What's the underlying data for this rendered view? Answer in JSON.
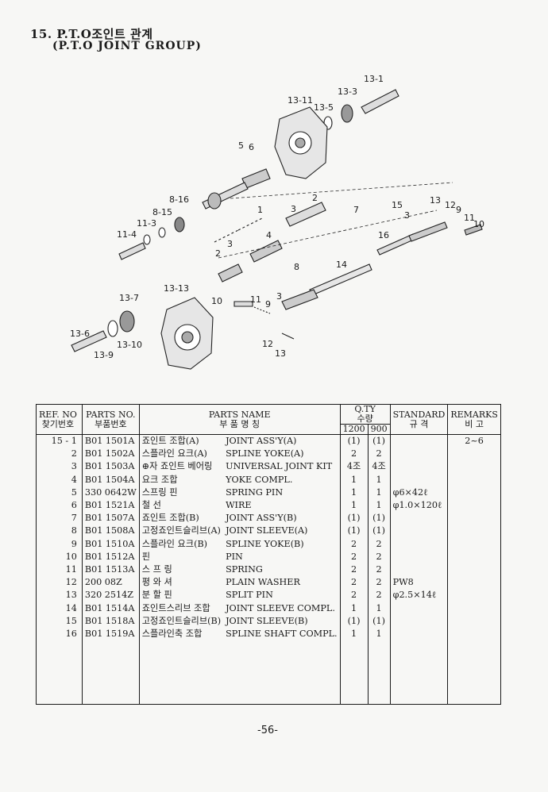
{
  "header": {
    "title_kr": "15. P.T.O조인트 관계",
    "title_en": "(P.T.O JOINT GROUP)"
  },
  "diagram_labels": [
    "13-1",
    "13-3",
    "13-11",
    "13-5",
    "5",
    "6",
    "8-16",
    "8-15",
    "11-3",
    "11-4",
    "2",
    "3",
    "1",
    "7",
    "15",
    "13",
    "12",
    "9",
    "11",
    "10",
    "3",
    "4",
    "16",
    "2",
    "3",
    "8",
    "14",
    "13-13",
    "10",
    "11",
    "9",
    "3",
    "12",
    "13",
    "13-6",
    "13-7",
    "13-10",
    "13-9"
  ],
  "table": {
    "headers": {
      "ref_no": "REF. NO",
      "ref_no_kr": "찾기번호",
      "parts_no": "PARTS NO.",
      "parts_no_kr": "부품번호",
      "parts_name": "PARTS NAME",
      "parts_name_kr": "부 품 명 칭",
      "qty": "Q.TY",
      "qty_kr": "수량",
      "qty_col1": "1200",
      "qty_col2": "900",
      "standard": "STANDARD",
      "standard_kr": "규 격",
      "remarks": "REMARKS",
      "remarks_kr": "비 고"
    },
    "rows": [
      {
        "ref": "15 - 1",
        "no": "B01 1501A",
        "kr": "죠인트 조합(A)",
        "en": "JOINT ASS'Y(A)",
        "q1": "(1)",
        "q2": "(1)",
        "std": "",
        "rem": "2~6"
      },
      {
        "ref": "2",
        "no": "B01 1502A",
        "kr": "스플라인 요크(A)",
        "en": "SPLINE YOKE(A)",
        "q1": "2",
        "q2": "2",
        "std": "",
        "rem": ""
      },
      {
        "ref": "3",
        "no": "B01 1503A",
        "kr": "⊕자 죠인트 베어링",
        "en": "UNIVERSAL JOINT KIT",
        "q1": "4조",
        "q2": "4조",
        "std": "",
        "rem": ""
      },
      {
        "ref": "4",
        "no": "B01 1504A",
        "kr": "요크 조합",
        "en": "YOKE COMPL.",
        "q1": "1",
        "q2": "1",
        "std": "",
        "rem": ""
      },
      {
        "ref": "5",
        "no": "330 0642W",
        "kr": "스프링 핀",
        "en": "SPRING PIN",
        "q1": "1",
        "q2": "1",
        "std": "φ6×42ℓ",
        "rem": ""
      },
      {
        "ref": "6",
        "no": "B01 1521A",
        "kr": "철 선",
        "en": "WIRE",
        "q1": "1",
        "q2": "1",
        "std": "φ1.0×120ℓ",
        "rem": ""
      },
      {
        "ref": "7",
        "no": "B01 1507A",
        "kr": "죠인트 조합(B)",
        "en": "JOINT ASS'Y(B)",
        "q1": "(1)",
        "q2": "(1)",
        "std": "",
        "rem": ""
      },
      {
        "ref": "8",
        "no": "B01 1508A",
        "kr": "고정죠인트슬리브(A)",
        "en": "JOINT SLEEVE(A)",
        "q1": "(1)",
        "q2": "(1)",
        "std": "",
        "rem": ""
      },
      {
        "ref": "9",
        "no": "B01 1510A",
        "kr": "스플라인 요크(B)",
        "en": "SPLINE YOKE(B)",
        "q1": "2",
        "q2": "2",
        "std": "",
        "rem": ""
      },
      {
        "ref": "10",
        "no": "B01 1512A",
        "kr": "핀",
        "en": "PIN",
        "q1": "2",
        "q2": "2",
        "std": "",
        "rem": ""
      },
      {
        "ref": "11",
        "no": "B01 1513A",
        "kr": "스 프 링",
        "en": "SPRING",
        "q1": "2",
        "q2": "2",
        "std": "",
        "rem": ""
      },
      {
        "ref": "12",
        "no": "200 08Z",
        "kr": "평 와 셔",
        "en": "PLAIN WASHER",
        "q1": "2",
        "q2": "2",
        "std": "PW8",
        "rem": ""
      },
      {
        "ref": "13",
        "no": "320 2514Z",
        "kr": "분 할 핀",
        "en": "SPLIT PIN",
        "q1": "2",
        "q2": "2",
        "std": "φ2.5×14ℓ",
        "rem": ""
      },
      {
        "ref": "14",
        "no": "B01 1514A",
        "kr": "죠인트스리브 조합",
        "en": "JOINT SLEEVE COMPL.",
        "q1": "1",
        "q2": "1",
        "std": "",
        "rem": ""
      },
      {
        "ref": "15",
        "no": "B01 1518A",
        "kr": "고정죠인트슬리브(B)",
        "en": "JOINT SLEEVE(B)",
        "q1": "(1)",
        "q2": "(1)",
        "std": "",
        "rem": ""
      },
      {
        "ref": "16",
        "no": "B01 1519A",
        "kr": "스플라인축 조합",
        "en": "SPLINE SHAFT COMPL.",
        "q1": "1",
        "q2": "1",
        "std": "",
        "rem": ""
      }
    ]
  },
  "footer": {
    "page_number": "-56-"
  }
}
